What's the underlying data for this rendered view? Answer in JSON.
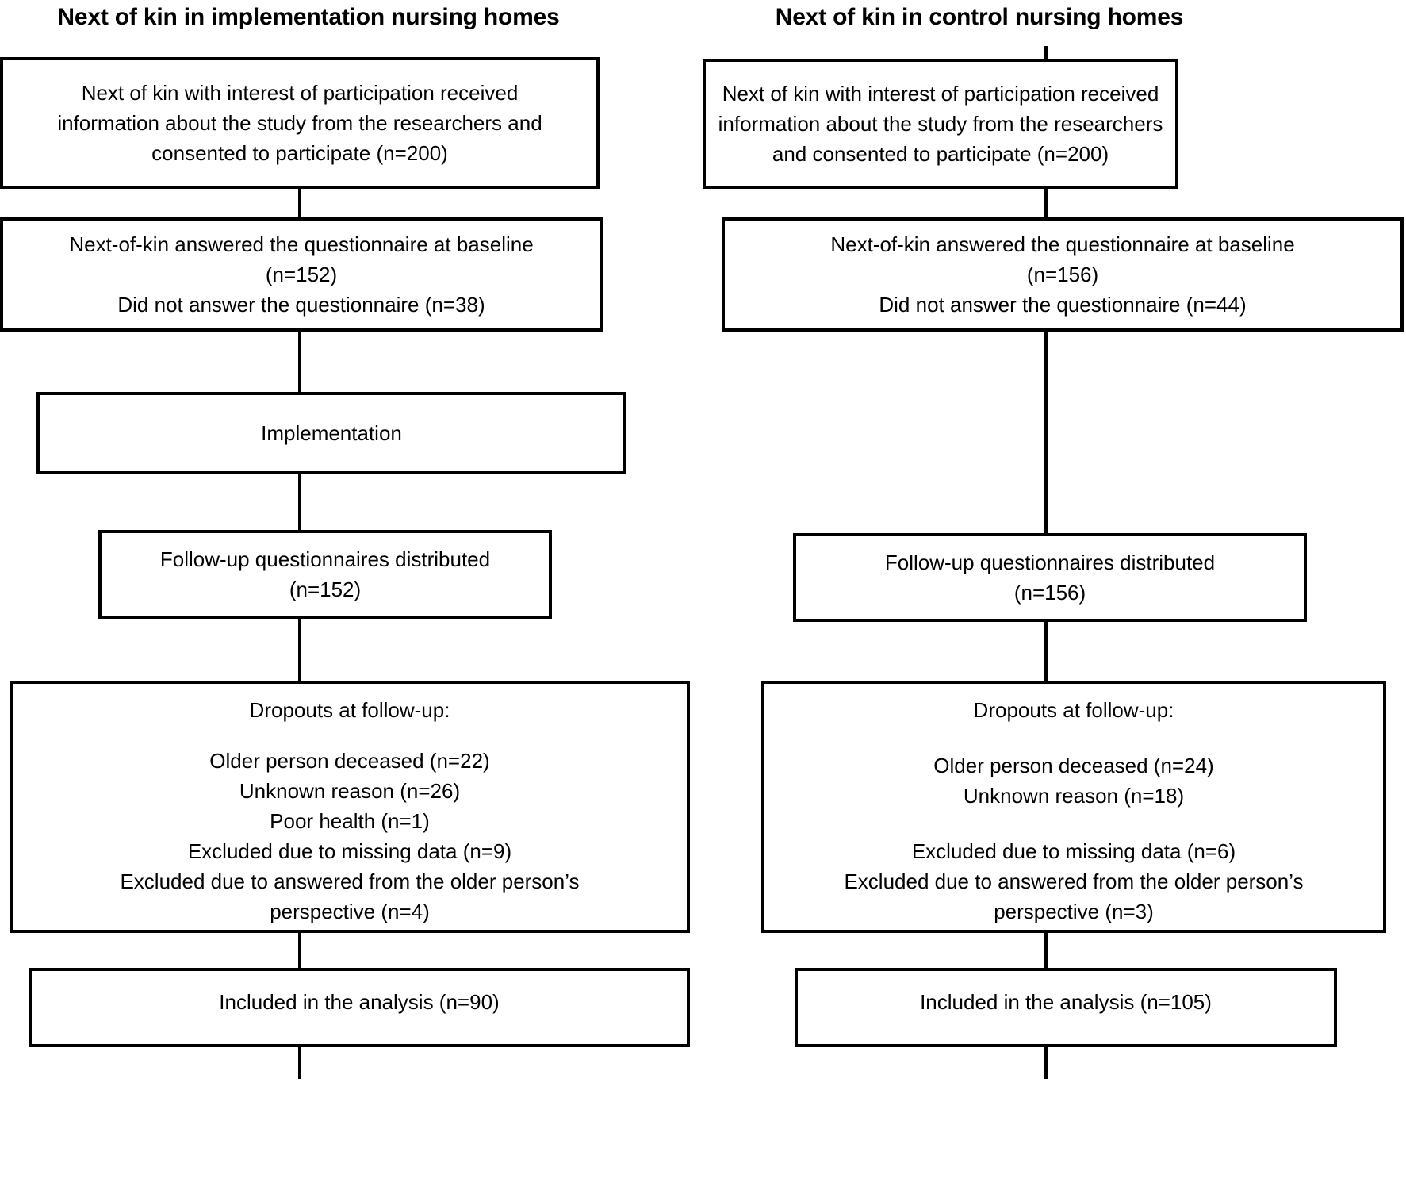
{
  "columns": [
    {
      "id": "implementation",
      "title": "Next of kin in implementation nursing homes",
      "nodes": [
        {
          "id": "enrollment",
          "lines": [
            "Next of kin with interest of participation received",
            "information about the study from the researchers and",
            "consented to participate (n=200)"
          ]
        },
        {
          "id": "baseline",
          "lines": [
            "Next-of-kin answered the questionnaire at baseline",
            "(n=152)",
            "Did not answer the questionnaire (n=38)"
          ]
        },
        {
          "id": "implementation-step",
          "lines": [
            "Implementation"
          ]
        },
        {
          "id": "followup-distributed",
          "lines": [
            "Follow-up questionnaires distributed",
            "(n=152)"
          ]
        },
        {
          "id": "dropouts",
          "lines": [
            "Dropouts at follow-up:",
            "",
            "Older person deceased (n=22)",
            "Unknown reason (n=26)",
            "Poor health (n=1)",
            "Excluded due to missing data (n=9)",
            "Excluded due to answered from the older person’s",
            "perspective (n=4)"
          ]
        },
        {
          "id": "included",
          "lines": [
            "Included in the analysis (n=90)"
          ]
        }
      ]
    },
    {
      "id": "control",
      "title": "Next of kin in control nursing homes",
      "nodes": [
        {
          "id": "enrollment",
          "lines": [
            "Next of kin with interest of participation received",
            "information about the study from the researchers",
            "and consented to participate (n=200)"
          ]
        },
        {
          "id": "baseline",
          "lines": [
            "Next-of-kin answered the questionnaire at baseline",
            "(n=156)",
            "Did not answer the questionnaire (n=44)"
          ]
        },
        {
          "id": "followup-distributed",
          "lines": [
            "Follow-up questionnaires distributed",
            "(n=156)"
          ]
        },
        {
          "id": "dropouts",
          "lines": [
            "Dropouts at follow-up:",
            "",
            "Older person deceased (n=24)",
            "Unknown reason (n=18)",
            "",
            "Excluded due to missing data (n=6)",
            "Excluded due to answered from the older person’s",
            "perspective (n=3)"
          ]
        },
        {
          "id": "included",
          "lines": [
            "Included in the analysis (n=105)"
          ]
        }
      ]
    }
  ],
  "style": {
    "stroke": "#000000",
    "background": "#ffffff"
  }
}
